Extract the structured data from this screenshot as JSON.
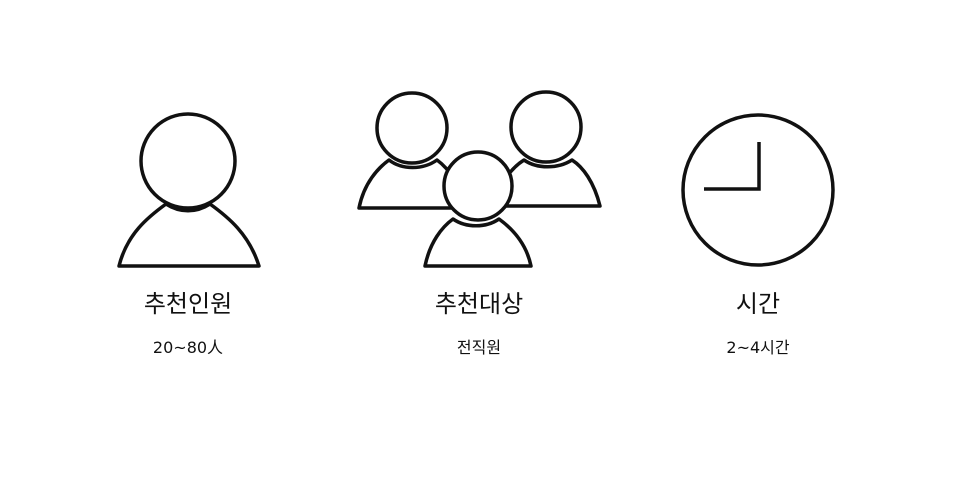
{
  "items": [
    {
      "icon": "person-icon",
      "title": "추천인원",
      "value": "20~80人"
    },
    {
      "icon": "group-icon",
      "title": "추천대상",
      "value": "전직원"
    },
    {
      "icon": "clock-icon",
      "title": "시간",
      "value": "2~4시간"
    }
  ],
  "colors": {
    "stroke": "#111111",
    "background": "#ffffff"
  }
}
